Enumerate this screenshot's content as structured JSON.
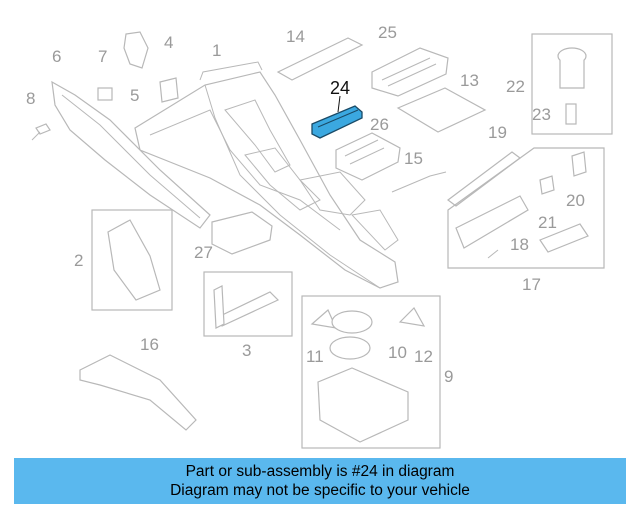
{
  "diagram": {
    "highlighted_part": "24",
    "highlight_color": "#3ba8e0",
    "part_numbers": [
      "1",
      "2",
      "3",
      "4",
      "5",
      "6",
      "7",
      "8",
      "9",
      "10",
      "11",
      "12",
      "13",
      "14",
      "15",
      "16",
      "17",
      "18",
      "19",
      "20",
      "21",
      "22",
      "23",
      "24",
      "25",
      "26",
      "27"
    ]
  },
  "banner": {
    "line1": "Part or sub-assembly is #24 in diagram",
    "line2": "Diagram may not be specific to your vehicle",
    "bg_color": "#5ab8ee"
  }
}
